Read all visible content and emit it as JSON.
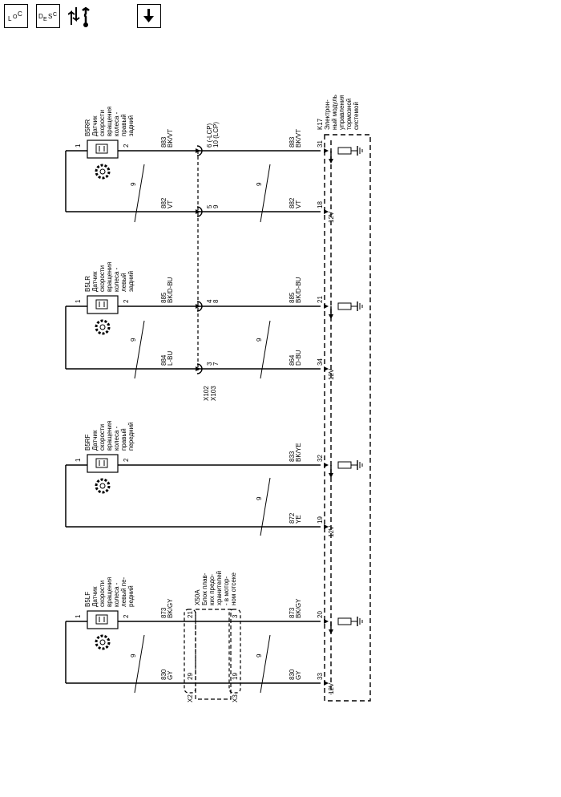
{
  "toolbar": {
    "loc_icon": "loc-icon",
    "desc_icon": "desc-icon",
    "tool_icon": "flow-wrench-icon",
    "down_icon": "download-arrow-icon",
    "loc_text": [
      "L",
      "O",
      "C"
    ],
    "desc_text": [
      "D",
      "E",
      "S",
      "C"
    ]
  },
  "module": {
    "ref": "K17",
    "name": [
      "Электрон-",
      "ный модуль",
      "управления",
      "тормозной",
      "системой"
    ]
  },
  "sensors": [
    {
      "ref": "B5RR",
      "name": [
        "Датчик",
        "скорости",
        "вращения",
        "колеса -",
        "правый",
        "задний"
      ],
      "pins": [
        "1",
        "2"
      ],
      "top": {
        "circuit": "883",
        "color": "BK/VT",
        "conn": [
          "6 (-LCP)",
          "10 (LCP)"
        ],
        "pin": "31"
      },
      "bot": {
        "circuit": "882",
        "color": "VT",
        "conn": [
          "5",
          "9"
        ],
        "pin": "18",
        "volt": "12V"
      },
      "twist": [
        "9",
        "9"
      ]
    },
    {
      "ref": "B5LR",
      "name": [
        "Датчик",
        "скорости",
        "вращения",
        "колеса -",
        "левый",
        "задний"
      ],
      "pins": [
        "1",
        "2"
      ],
      "top": {
        "circuit": "885",
        "color": "BK/D-BU",
        "conn": [
          "4",
          "8"
        ],
        "pin": "21"
      },
      "bot": {
        "circuit": "884",
        "color": "L-BU",
        "conn": [
          "3",
          "7"
        ],
        "pin": "34",
        "volt": "12V",
        "circuit2": "864",
        "color2": "D-BU"
      },
      "connectors": [
        "X102",
        "X103"
      ],
      "twist": [
        "9",
        "9"
      ]
    },
    {
      "ref": "B5RF",
      "name": [
        "Датчик",
        "скорости",
        "вращения",
        "колеса -",
        "правый",
        "передний"
      ],
      "pins": [
        "1",
        "2"
      ],
      "top": {
        "circuit": "833",
        "color": "BK/YE",
        "pin": "32"
      },
      "bot": {
        "circuit": "872",
        "color": "YE",
        "pin": "19",
        "volt": "12V"
      },
      "twist": [
        "9"
      ]
    },
    {
      "ref": "B5LF",
      "name": [
        "Датчик",
        "скорости",
        "вращения",
        "колеса -",
        "левый пе-",
        "редний"
      ],
      "pins": [
        "1",
        "2"
      ],
      "top": {
        "circuit": "873",
        "color": "BK/GY",
        "pin": "20",
        "x2pin": "21",
        "x3pin": "3"
      },
      "bot": {
        "circuit": "830",
        "color": "GY",
        "pin": "33",
        "volt": "12V",
        "x2pin": "29",
        "x3pin": "19"
      },
      "twist": [
        "9",
        "9"
      ]
    }
  ],
  "fuse_block": {
    "ref": "X50A",
    "name": [
      "Блок плав-",
      "ких предо-",
      "хранителей",
      "- в мотор-",
      "ном отсеке"
    ],
    "connectors": [
      "X2",
      "X3"
    ]
  }
}
